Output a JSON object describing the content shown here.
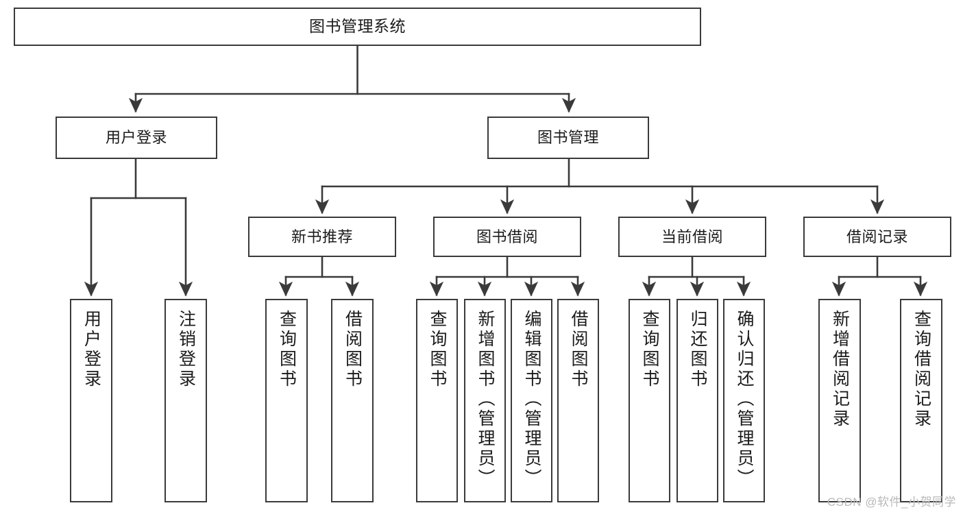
{
  "diagram": {
    "type": "tree-hierarchy-chart",
    "title": "图书管理系统",
    "background_color": "#ffffff",
    "box_border_color": "#3a3a3a",
    "text_color": "#1b1b1b",
    "connector_color": "#3a3a3a"
  },
  "root": {
    "label": "图书管理系统",
    "orientation": "horizontal"
  },
  "level2": [
    {
      "label": "用户登录",
      "orientation": "horizontal"
    },
    {
      "label": "图书管理",
      "orientation": "horizontal"
    }
  ],
  "level3": [
    {
      "label": "新书推荐",
      "orientation": "horizontal"
    },
    {
      "label": "图书借阅",
      "orientation": "horizontal"
    },
    {
      "label": "当前借阅",
      "orientation": "horizontal"
    },
    {
      "label": "借阅记录",
      "orientation": "horizontal"
    }
  ],
  "leaves": {
    "user_login": [
      {
        "label": "用户登录",
        "orientation": "vertical"
      },
      {
        "label": "注销登录",
        "orientation": "vertical"
      }
    ],
    "new_book_recommend": [
      {
        "label": "查询图书",
        "orientation": "vertical"
      },
      {
        "label": "借阅图书",
        "orientation": "vertical"
      }
    ],
    "book_borrow": [
      {
        "label": "查询图书",
        "orientation": "vertical"
      },
      {
        "label": "新增图书（管理员）",
        "orientation": "vertical"
      },
      {
        "label": "编辑图书（管理员）",
        "orientation": "vertical"
      },
      {
        "label": "借阅图书",
        "orientation": "vertical"
      }
    ],
    "current_borrow": [
      {
        "label": "查询图书",
        "orientation": "vertical"
      },
      {
        "label": "归还图书",
        "orientation": "vertical"
      },
      {
        "label": "确认归还（管理员）",
        "orientation": "vertical"
      }
    ],
    "borrow_record": [
      {
        "label": "新增借阅记录",
        "orientation": "vertical"
      },
      {
        "label": "查询借阅记录",
        "orientation": "vertical"
      }
    ]
  },
  "watermark": {
    "text": "CSDN @软件_小贺同学"
  }
}
